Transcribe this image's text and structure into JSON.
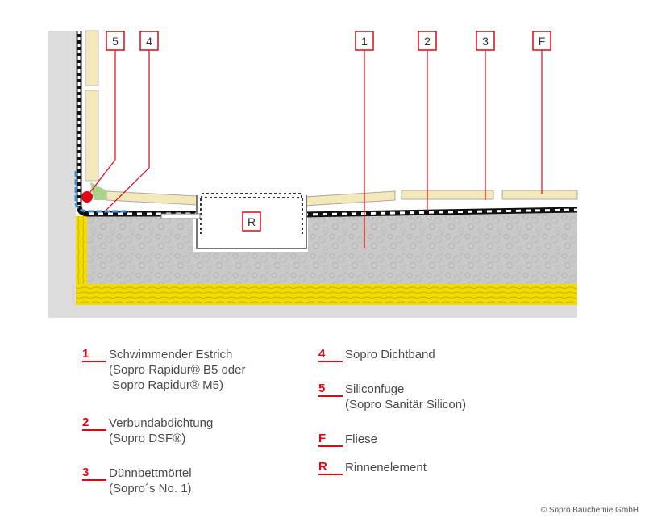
{
  "callouts": {
    "c5": "5",
    "c4": "4",
    "c1": "1",
    "c2": "2",
    "c3": "3",
    "cF": "F",
    "cR": "R"
  },
  "legend": [
    {
      "key": "1",
      "lines": [
        "Schwimmender Estrich",
        "(Sopro Rapidur® B5 oder",
        " Sopro Rapidur® M5)"
      ]
    },
    {
      "key": "2",
      "lines": [
        "Verbundabdichtung",
        "(Sopro DSF®)"
      ]
    },
    {
      "key": "3",
      "lines": [
        "Dünnbettmörtel",
        "(Sopro´s No. 1)"
      ]
    },
    {
      "key": "4",
      "lines": [
        "Sopro Dichtband"
      ]
    },
    {
      "key": "5",
      "lines": [
        "Siliconfuge",
        "(Sopro Sanitär Silicon)"
      ]
    },
    {
      "key": "F",
      "lines": [
        "Fliese"
      ]
    },
    {
      "key": "R",
      "lines": [
        "Rinnenelement"
      ]
    }
  ],
  "copyright": "© Sopro Bauchemie GmbH",
  "colors": {
    "accent": "#e30613",
    "screed": "#c9c9c9",
    "wall": "#dcdcdc",
    "tile": "#f3e9b8",
    "insulation": "#f2dd00",
    "membrane": "#111111"
  }
}
